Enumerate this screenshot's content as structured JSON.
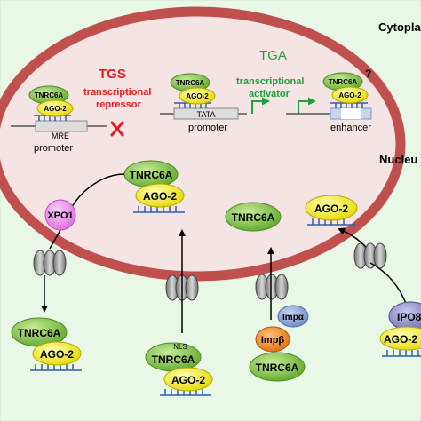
{
  "labels": {
    "cytoplasm": "Cytoplas",
    "nucleus": "Nucleu",
    "tgs": "TGS",
    "tga": "TGA",
    "repressor_line1": "transcriptional",
    "repressor_line2": "repressor",
    "activator_line1": "transcriptional",
    "activator_line2": "activator",
    "mre": "MRE",
    "tata": "TATA",
    "promoter": "promoter",
    "enhancer": "enhancer",
    "question": "?",
    "nls": "NLS"
  },
  "proteins": {
    "tnrc6a": "TNRC6A",
    "ago2": "AGO-2",
    "xpo1": "XPO1",
    "imp_alpha": "Impα",
    "imp_beta": "Impβ",
    "ipo8": "IPO8"
  },
  "colors": {
    "cell_bg": "#e9f7e6",
    "nuclear_membrane": "#c0504d",
    "nucleus_bg": "#f4e4e3",
    "tnrc6a": "#7fc241",
    "ago2": "#f5f200",
    "xpo1": "#f08ef0",
    "imp_alpha": "#8fa7d9",
    "imp_beta": "#f08a24",
    "ipo8": "#8a8ac4",
    "tgs_red": "#e02020",
    "tga_green": "#1ea03c",
    "rna_blue": "#2f5fa8"
  }
}
